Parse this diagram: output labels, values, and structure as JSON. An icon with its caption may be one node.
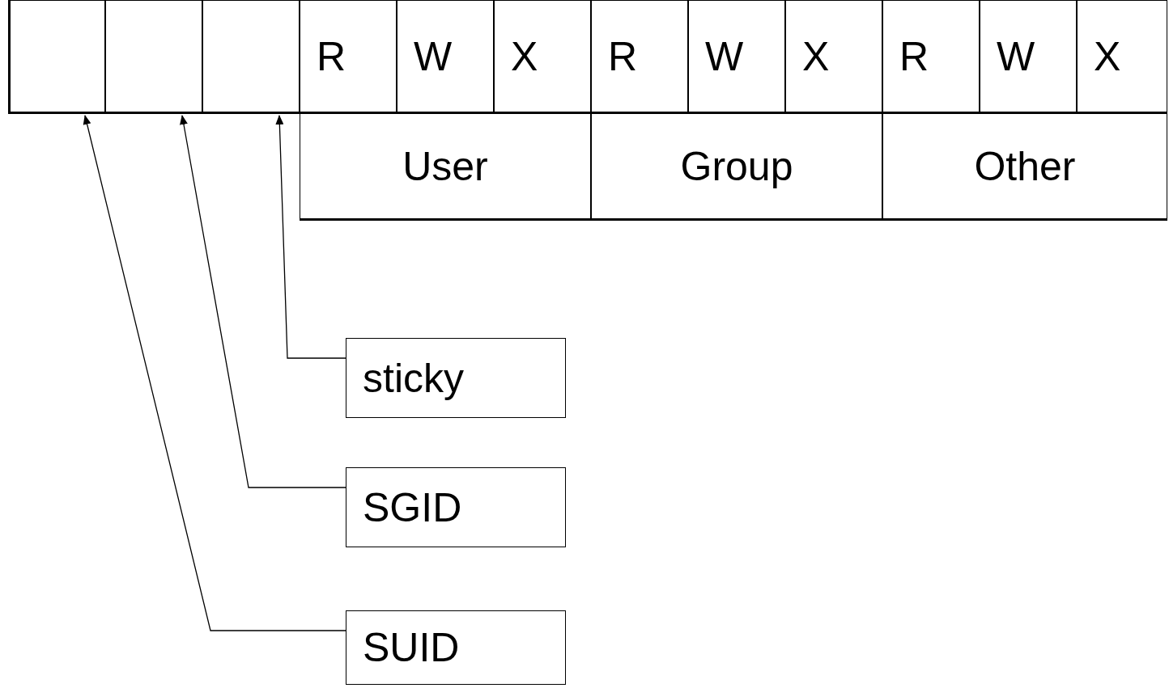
{
  "diagram": {
    "nodes": [
      {
        "text": [],
        "shape": "box"
      },
      {
        "text": [],
        "shape": "box"
      },
      {
        "text": [],
        "shape": "box"
      },
      {
        "text": [
          "R"
        ]
      },
      {
        "text": [
          "W"
        ]
      },
      {
        "text": [
          "X"
        ]
      },
      {
        "text": [
          "R"
        ]
      },
      {
        "text": [
          "W"
        ]
      },
      {
        "text": [
          "X"
        ]
      },
      {
        "text": [
          "R"
        ]
      },
      {
        "text": [
          "W"
        ]
      },
      {
        "text": [
          "X"
        ]
      },
      {
        "text": [
          "User"
        ]
      },
      {
        "text": [
          "Group"
        ]
      },
      {
        "text": [
          "Other"
        ]
      },
      {
        "text": [
          "sticky"
        ]
      },
      {
        "text": [
          "SGID"
        ]
      },
      {
        "text": [
          "SUID"
        ]
      }
    ],
    "edges": [
      {
        "from": 15,
        "to": 2,
        "arrow": "to"
      },
      {
        "from": 16,
        "to": 1,
        "arrow": "to"
      },
      {
        "from": 17,
        "to": 0,
        "arrow": "to"
      }
    ]
  }
}
